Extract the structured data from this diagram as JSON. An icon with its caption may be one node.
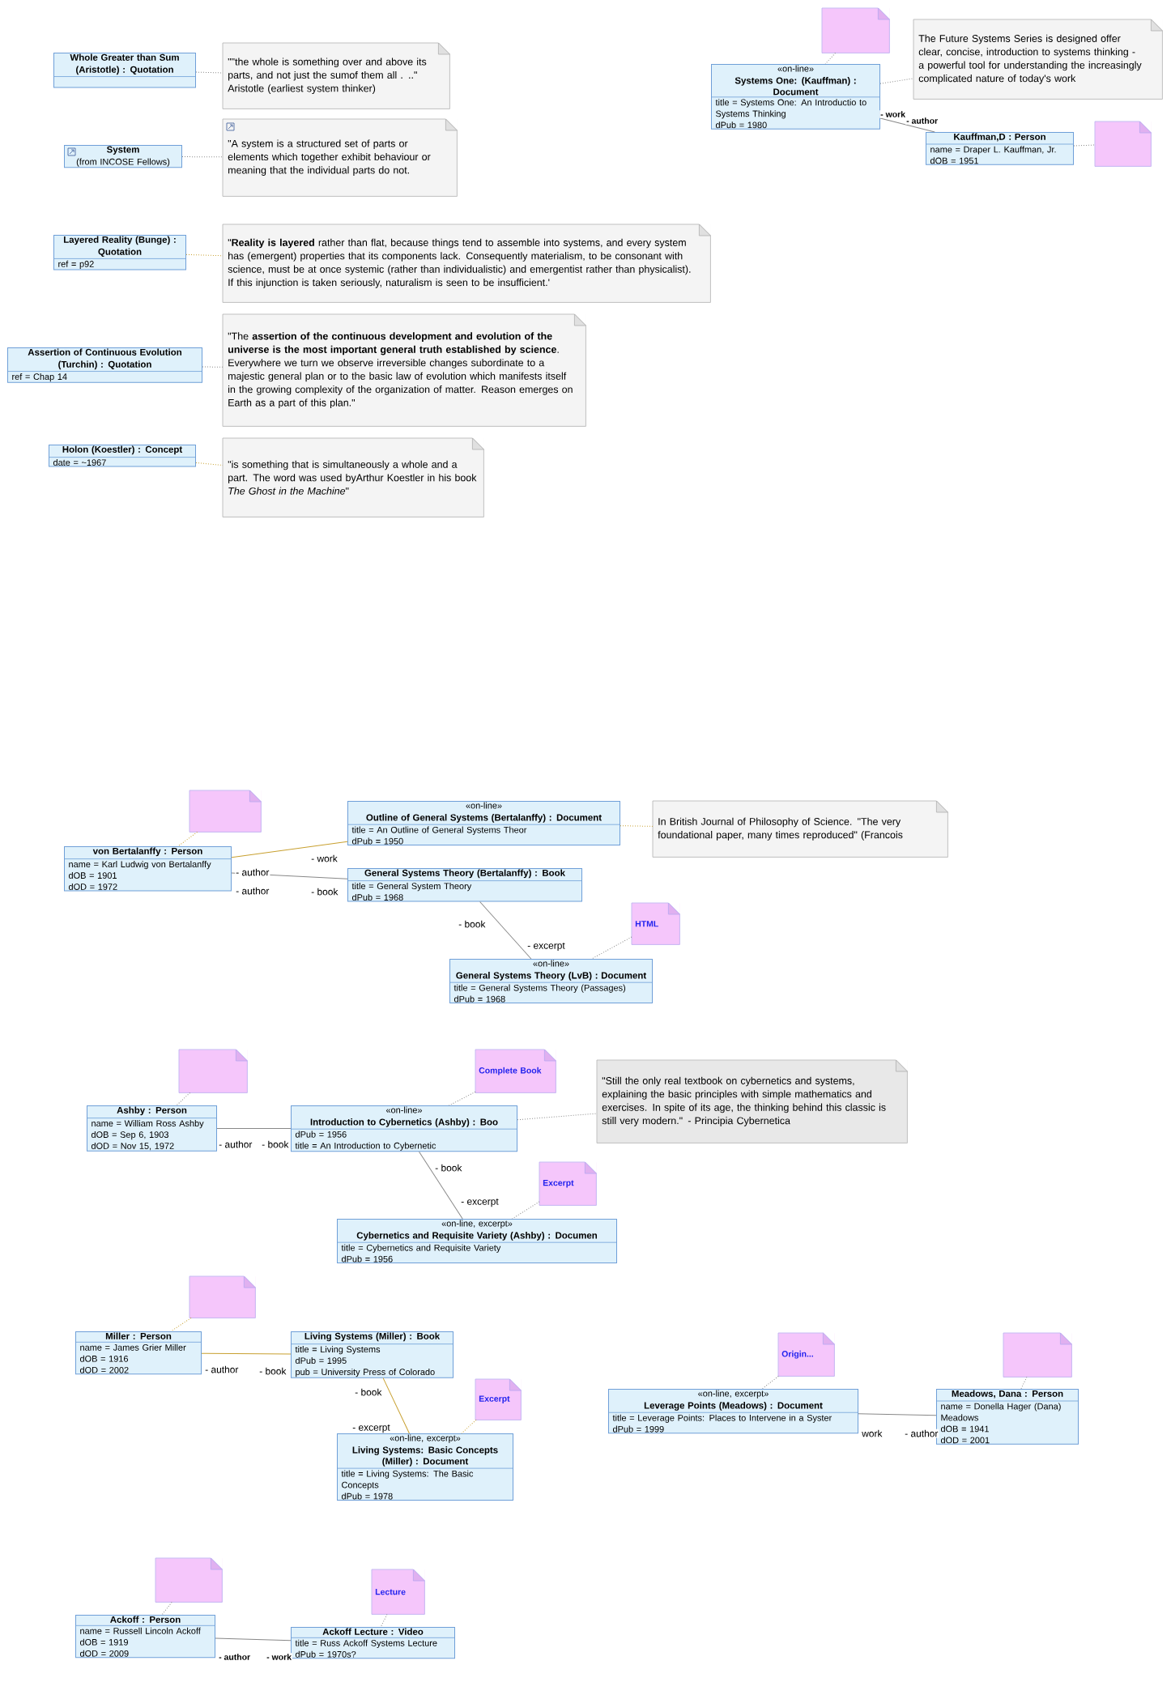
{
  "diagram": {
    "nodes": [
      {
        "text": [
          "Whole Greater than Sum (Aristotle) : Quotation"
        ]
      },
      {
        "text": [
          "\"\"the whole is something over and above its parts, and not just the sumof them all . ..\" Aristotle (earliest system thinker)"
        ]
      },
      {
        "text": [
          "System",
          "(from INCOSE Fellows)"
        ]
      },
      {
        "text": [
          "\"A system is a structured set of parts or elements which together exhibit behaviour or meaning that the individual parts do not."
        ]
      },
      {
        "text": [
          "Layered Reality (Bunge) : Quotation",
          "ref = p92"
        ]
      },
      {
        "text": [
          "\"**Reality is layered** rather than flat, because things tend to assemble into systems, and every system has (emergent) properties that its components lack. Consequently materialism, to be consonant with science, must be at once systemic (rather than individualistic) and emergentist rather than physicalist). If this injunction is taken seriously, naturalism is seen to be insufficient.'"
        ]
      },
      {
        "text": [
          "Assertion of Continuous Evolution (Turchin) : Quotation",
          "ref = Chap 14"
        ]
      },
      {
        "text": [
          "\"The **assertion of the continuous development and evolution of the universe is the most important general truth established by science**. Everywhere we turn we observe irreversible changes subordinate to a majestic general plan or to the basic law of evolution which manifests itself in the growing complexity of the organization of matter. Reason emerges on Earth as a part of this plan.\""
        ]
      },
      {
        "text": [
          "Holon (Koestler) : Concept",
          "date = ~1967"
        ]
      },
      {
        "text": [
          "\"is something that is simultaneously a whole and a part. The word was used byArthur Koestler in his book *The Ghost in the Machine*\""
        ]
      },
      {
        "text": [],
        "shape": "note"
      },
      {
        "text": [
          "«on-line»",
          "Systems One: (Kauffman) : Document",
          "title = Systems One: An Introductio to Systems Thinking",
          "dPub = 1980"
        ]
      },
      {
        "text": [
          "The Future Systems Series is designed offer clear, concise, introduction to systems thinking - a powerful tool for understanding the increasingly complicated nature of today's work"
        ]
      },
      {
        "text": [
          "Kauffman,D : Person",
          "name = Draper L. Kauffman, Jr.",
          "dOB = 1951"
        ]
      },
      {
        "text": [],
        "shape": "note"
      },
      {
        "text": [],
        "shape": "note"
      },
      {
        "text": [
          "von Bertalanffy : Person",
          "name = Karl Ludwig von Bertalanffy",
          "dOB = 1901",
          "dOD = 1972"
        ]
      },
      {
        "text": [
          "«on-line»",
          "Outline of General Systems (Bertalanffy) : Document",
          "title = An Outline of General Systems Theor",
          "dPub = 1950"
        ]
      },
      {
        "text": [
          "In British Journal of Philosophy of Science. \"The very foundational paper, many times reproduced\" (Francois"
        ]
      },
      {
        "text": [
          "General Systems Theory (Bertalanffy) : Book",
          "title = General System Theory",
          "dPub = 1968"
        ]
      },
      {
        "text": [
          "HTML"
        ]
      },
      {
        "text": [
          "«on-line»",
          "General Systems Theory (LvB) : Document",
          "title = General Systems Theory (Passages)",
          "dPub = 1968"
        ]
      },
      {
        "text": [],
        "shape": "note"
      },
      {
        "text": [
          "Ashby : Person",
          "name = William Ross Ashby",
          "dOB = Sep 6, 1903",
          "dOD = Nov 15, 1972"
        ]
      },
      {
        "text": [
          "Complete Book"
        ]
      },
      {
        "text": [
          "«on-line»",
          "Introduction to Cybernetics (Ashby) : Boo",
          "dPub = 1956",
          "title = An Introduction to Cybernetic"
        ]
      },
      {
        "text": [
          "\"Still the only real textbook on cybernetics and systems, explaining the basic principles with simple mathematics and exercises. In spite of its age, the thinking behind this classic is still very modern.\" - Principia Cybernetica"
        ]
      },
      {
        "text": [
          "Excerpt"
        ]
      },
      {
        "text": [
          "«on-line, excerpt»",
          "Cybernetics and Requisite Variety (Ashby) : Documen",
          "title = Cybernetics and Requisite Variety",
          "dPub = 1956"
        ]
      },
      {
        "text": [],
        "shape": "note"
      },
      {
        "text": [
          "Miller : Person",
          "name = James Grier Miller",
          "dOB = 1916",
          "dOD = 2002"
        ]
      },
      {
        "text": [
          "Living Systems (Miller) : Book",
          "title = Living Systems",
          "dPub = 1995",
          "pub = University Press of Colorado"
        ]
      },
      {
        "text": [
          "Excerpt"
        ]
      },
      {
        "text": [
          "«on-line, excerpt»",
          "Living Systems: Basic Concepts (Miller) : Document",
          "title = Living Systems: The Basic Concepts",
          "dPub = 1978"
        ]
      },
      {
        "text": [
          "Origin..."
        ]
      },
      {
        "text": [
          "«on-line, excerpt»",
          "Leverage Points (Meadows) : Document",
          "title = Leverage Points: Places to Intervene in a Syster",
          "dPub = 1999"
        ]
      },
      {
        "text": [],
        "shape": "note"
      },
      {
        "text": [
          "Meadows, Dana : Person",
          "name = Donella Hager (Dana) Meadows",
          "dOB = 1941",
          "dOD = 2001"
        ]
      },
      {
        "text": [],
        "shape": "note"
      },
      {
        "text": [
          "Ackoff : Person",
          "name = Russell Lincoln Ackoff",
          "dOB = 1919",
          "dOD = 2009"
        ]
      },
      {
        "text": [
          "Lecture"
        ]
      },
      {
        "text": [
          "Ackoff Lecture : Video",
          "title = Russ Ackoff Systems Lecture",
          "dPub = 1970s?"
        ]
      }
    ],
    "edges": [
      {
        "from": 0,
        "to": 1,
        "arrow": "none",
        "style": "dashed"
      },
      {
        "from": 2,
        "to": 3,
        "arrow": "none",
        "style": "dashed"
      },
      {
        "from": 4,
        "to": 5,
        "arrow": "none",
        "style": "dashed",
        "color": "#c8a030"
      },
      {
        "from": 6,
        "to": 7,
        "arrow": "none",
        "style": "dashed"
      },
      {
        "from": 8,
        "to": 9,
        "arrow": "none",
        "style": "dashed",
        "color": "#c8a030"
      },
      {
        "from": 10,
        "to": 11,
        "arrow": "none",
        "style": "dashed"
      },
      {
        "from": 11,
        "to": 12,
        "arrow": "none",
        "style": "dashed"
      },
      {
        "from": 11,
        "to": 13,
        "arrow": "none",
        "label": "- author"
      },
      {
        "from": 13,
        "to": 14,
        "arrow": "none",
        "style": "dashed"
      },
      {
        "from": 15,
        "to": 16,
        "arrow": "none",
        "style": "dashed",
        "color": "#c8a030"
      },
      {
        "from": 16,
        "to": 17,
        "arrow": "none",
        "label": "- work",
        "color": "#c8a030"
      },
      {
        "from": 17,
        "to": 18,
        "arrow": "none",
        "style": "dashed",
        "color": "#c8a030"
      },
      {
        "from": 16,
        "to": 19,
        "arrow": "none",
        "label": "- book"
      },
      {
        "from": 19,
        "to": 21,
        "arrow": "none",
        "label": "- excerpt"
      },
      {
        "from": 20,
        "to": 21,
        "arrow": "none",
        "style": "dashed"
      },
      {
        "from": 22,
        "to": 23,
        "arrow": "none",
        "style": "dashed"
      },
      {
        "from": 23,
        "to": 25,
        "arrow": "none",
        "label": "- book"
      },
      {
        "from": 24,
        "to": 25,
        "arrow": "none",
        "style": "dashed"
      },
      {
        "from": 25,
        "to": 26,
        "arrow": "none",
        "style": "dashed"
      },
      {
        "from": 25,
        "to": 28,
        "arrow": "none",
        "label": "- excerpt"
      },
      {
        "from": 27,
        "to": 28,
        "arrow": "none",
        "style": "dashed"
      },
      {
        "from": 29,
        "to": 30,
        "arrow": "none",
        "style": "dashed",
        "color": "#c8a030"
      },
      {
        "from": 30,
        "to": 31,
        "arrow": "none",
        "label": "- book",
        "color": "#c8a030"
      },
      {
        "from": 31,
        "to": 33,
        "arrow": "none",
        "label": "- excerpt",
        "color": "#c8a030"
      },
      {
        "from": 32,
        "to": 33,
        "arrow": "none",
        "style": "dashed",
        "color": "#c8a030"
      },
      {
        "from": 34,
        "to": 35,
        "arrow": "none",
        "style": "dashed"
      },
      {
        "from": 35,
        "to": 37,
        "arrow": "none",
        "label": "- author"
      },
      {
        "from": 36,
        "to": 37,
        "arrow": "none",
        "style": "dashed"
      },
      {
        "from": 38,
        "to": 39,
        "arrow": "none",
        "style": "dashed"
      },
      {
        "from": 39,
        "to": 41,
        "arrow": "none",
        "label": "- work"
      },
      {
        "from": 40,
        "to": 41,
        "arrow": "none",
        "style": "dashed"
      }
    ],
    "labels": [
      "- work",
      "- author",
      "- author",
      "- book",
      "- author",
      "- book",
      "- author",
      "- book",
      "work",
      "- author"
    ]
  }
}
